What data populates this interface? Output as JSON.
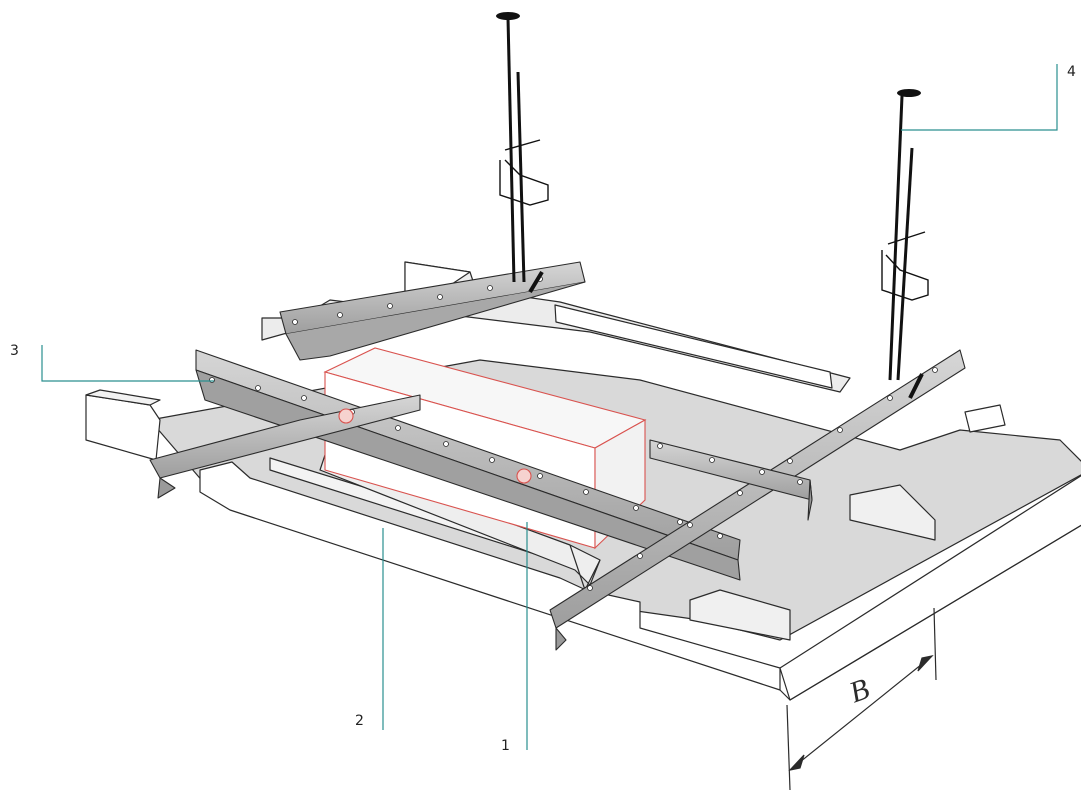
{
  "diagram": {
    "callouts": [
      {
        "id": "1",
        "label": "1"
      },
      {
        "id": "2",
        "label": "2"
      },
      {
        "id": "3",
        "label": "3"
      },
      {
        "id": "4",
        "label": "4"
      }
    ],
    "dimension": {
      "label": "B"
    },
    "colors": {
      "leader": "#2a8f8f",
      "outline": "#2b2b2b",
      "rail_fill": "#b9b9b9",
      "panel_fill": "#dcdcdc",
      "box_edge": "#d9534f",
      "hanger": "#111111"
    }
  }
}
